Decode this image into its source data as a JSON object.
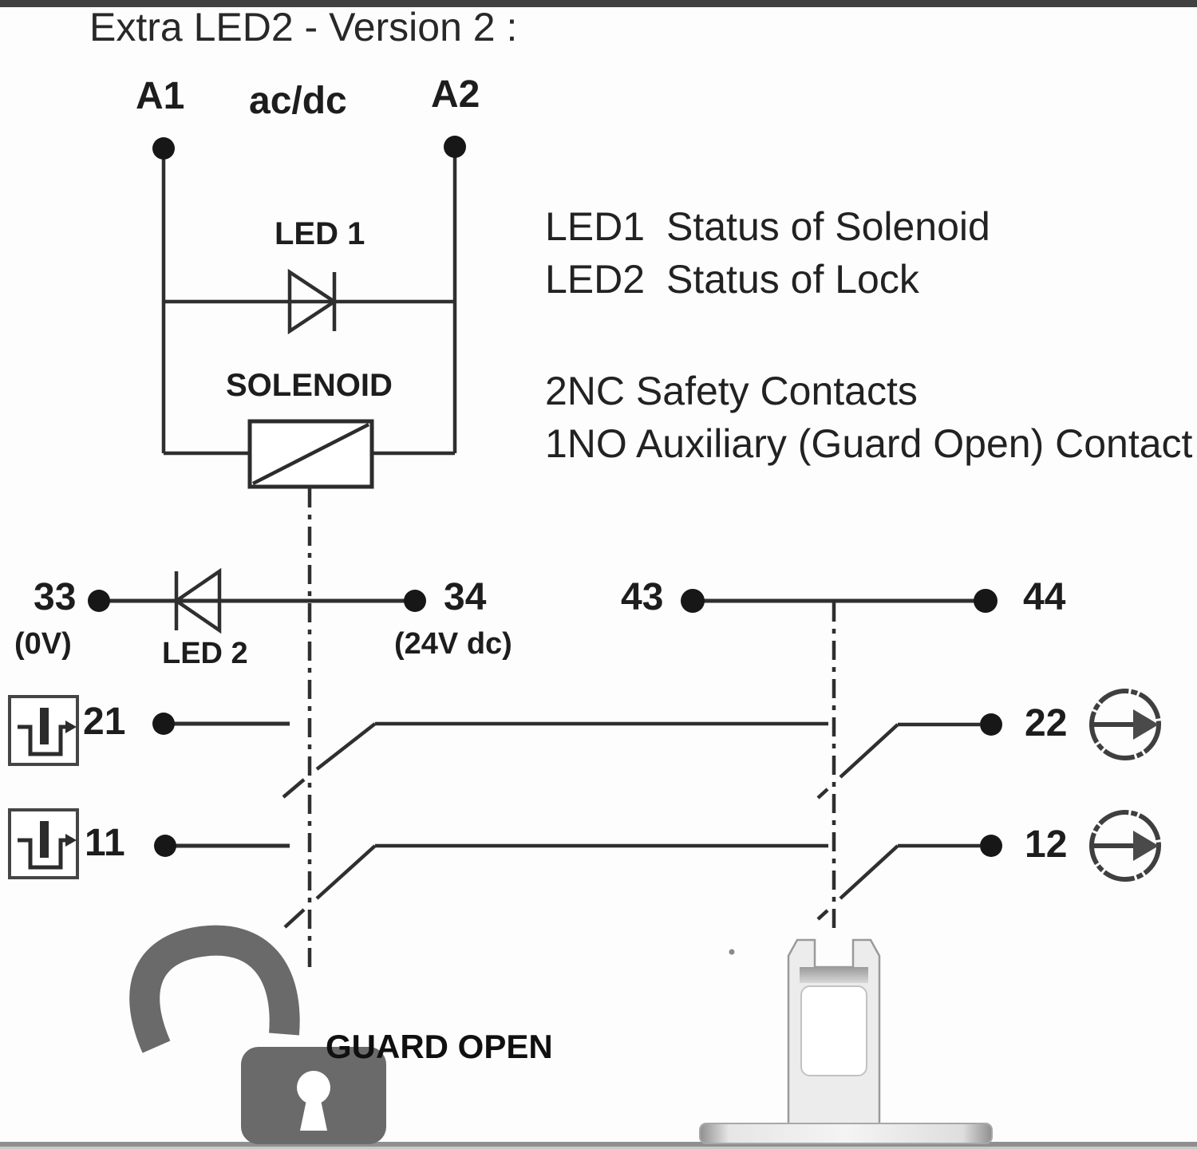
{
  "title": "Extra LED2 - Version 2 :",
  "power_circuit": {
    "terminal_a1": "A1",
    "supply_type": "ac/dc",
    "terminal_a2": "A2",
    "led1_label": "LED 1",
    "solenoid_label": "SOLENOID"
  },
  "legend": {
    "led1_label": "LED1",
    "led1_text": "Status of Solenoid",
    "led2_label": "LED2",
    "led2_text": "Status of Lock"
  },
  "contact_info": {
    "line1": "2NC Safety Contacts",
    "line2": "1NO Auxiliary (Guard Open) Contact"
  },
  "terminals": {
    "t33": "33",
    "t33_sub": "(0V)",
    "led2_label": "LED 2",
    "t34": "34",
    "t34_sub": "(24V dc)",
    "t43": "43",
    "t44": "44",
    "t21": "21",
    "t22": "22",
    "t11": "11",
    "t12": "12"
  },
  "footer": {
    "guard_open": "GUARD OPEN"
  },
  "icons": {
    "forced_opening": "positive-opening-contact-symbol",
    "direction_arrow": "circle-arrow-right",
    "unlock": "open-padlock",
    "actuator": "guard-tongue-key"
  },
  "colors": {
    "line": "#2f2f2f",
    "dot": "#171717",
    "icon_gray": "#4a4a4a",
    "lock_gray": "#6a6a6a",
    "key_light": "#ececec",
    "top_bar": "#414141",
    "bottom_bar": "#8f8f8f"
  }
}
